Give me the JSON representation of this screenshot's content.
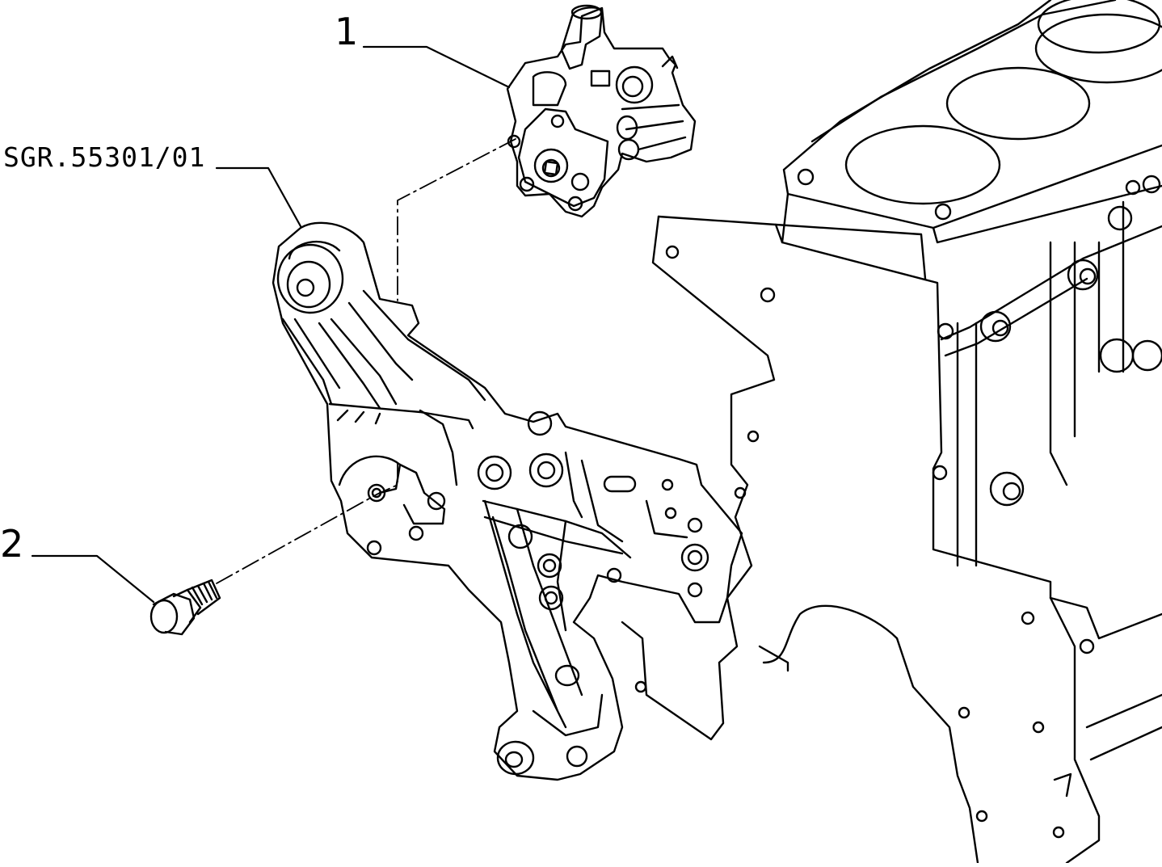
{
  "callouts": {
    "part_1": "1",
    "part_2": "2",
    "reference": "SGR.55301/01"
  },
  "colors": {
    "line": "#000000",
    "background": "#ffffff"
  }
}
